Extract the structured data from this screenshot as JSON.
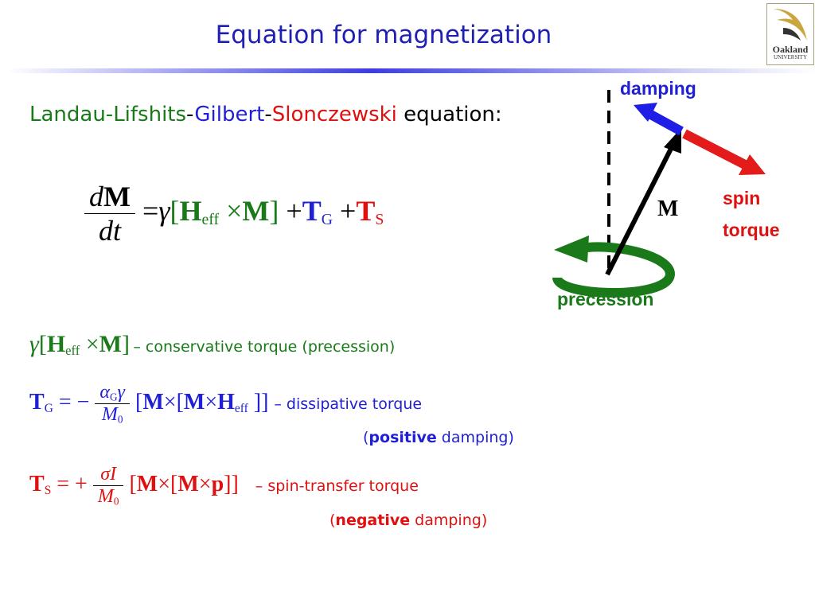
{
  "slide": {
    "title": "Equation for magnetization",
    "subtitle_parts": [
      "Landau-Lifshits",
      "-",
      "Gilbert",
      "-",
      "Slonczewski",
      " equation:"
    ]
  },
  "logo": {
    "line1": "Oakland",
    "line2": "UNIVERSITY"
  },
  "main_equation": {
    "d": "d",
    "M": "M",
    "dt": "dt",
    "eq": "=",
    "gamma": "γ",
    "lb": "[",
    "H": "H",
    "eff": "eff",
    "times": "×",
    "rb": "]",
    "plus": "+",
    "T": "T",
    "G": "G",
    "S": "S"
  },
  "terms": {
    "conservative": {
      "desc": "– conservative torque (precession)"
    },
    "dissipative": {
      "eq_sign": "=",
      "minus": "−",
      "alpha": "α",
      "M0": "M",
      "zero": "0",
      "desc": "– dissipative torque",
      "paren_open": "(",
      "bold_word": "positive",
      "rest": " damping)"
    },
    "spin_transfer": {
      "plus": "+",
      "sigma": "σ",
      "I": "I",
      "p": "p",
      "desc": "– spin-transfer torque",
      "paren_open": "(",
      "bold_word": "negative",
      "rest": " damping)"
    }
  },
  "diagram": {
    "damping_label": "damping",
    "spin_label": "spin",
    "torque_label": "torque",
    "precession_label": "precession",
    "M_label": "M",
    "colors": {
      "damping": "#1e1ee6",
      "spin": "#e31b1b",
      "precession": "#1a7a1a",
      "vector": "#000000"
    }
  }
}
